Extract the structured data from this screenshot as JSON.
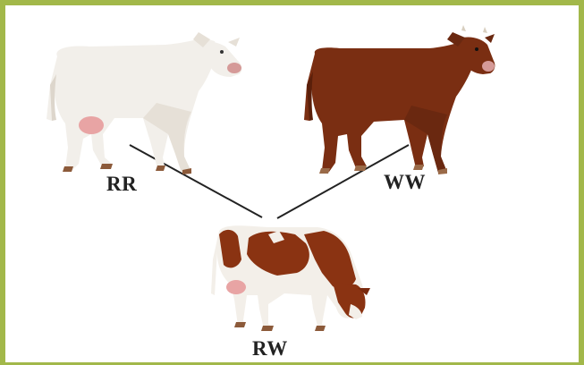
{
  "parents": {
    "left": {
      "genotype": "RR",
      "coat": "white"
    },
    "right": {
      "genotype": "WW",
      "coat": "red"
    }
  },
  "offspring": {
    "genotype": "RW",
    "coat": "roan"
  },
  "colors": {
    "frame": "#a2b84a",
    "white_coat": "#f2efea",
    "white_shade": "#ddd6cc",
    "red_coat": "#7a2e12",
    "red_shade": "#5a1f0a",
    "udder": "#e8a4a4",
    "hoof": "#8c5a3a",
    "cross_line": "#222222"
  }
}
